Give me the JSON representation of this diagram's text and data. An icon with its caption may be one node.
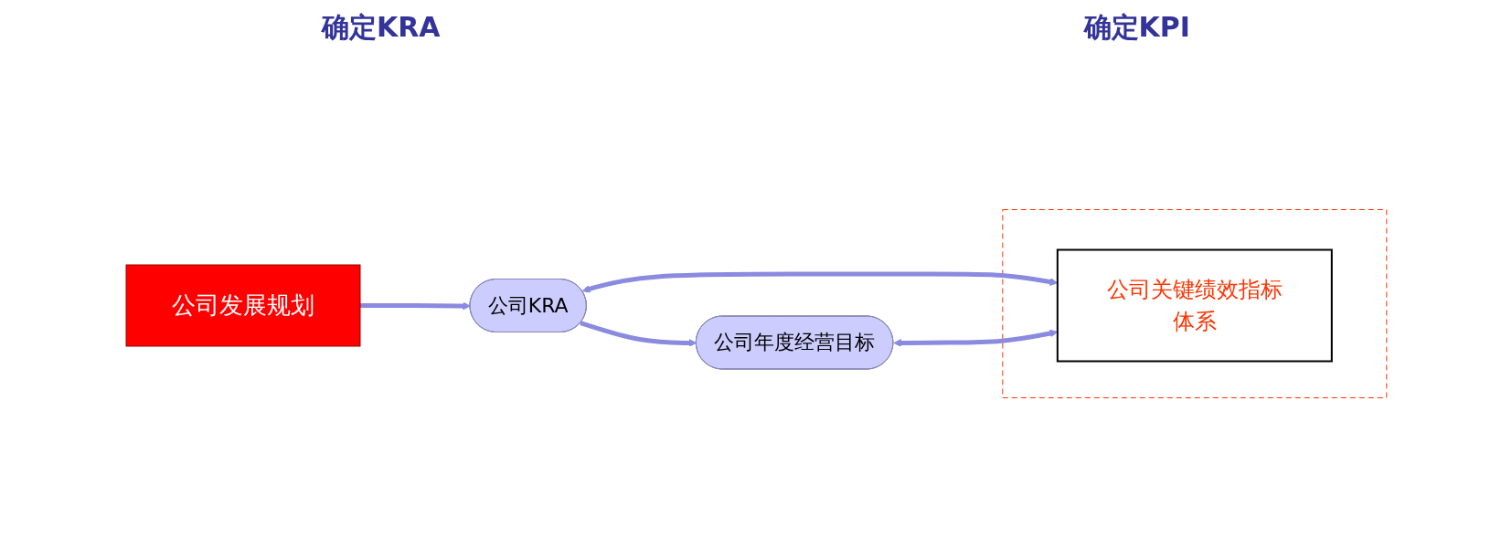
{
  "diagram": {
    "nodes": [
      {
        "text": [
          "公司发展规划"
        ]
      },
      {
        "text": [
          "公司KRA"
        ]
      },
      {
        "text": [
          "公司年度经营目标"
        ]
      },
      {
        "text": [],
        "shape": "box"
      },
      {
        "text": [
          "公司关键绩效指标体系"
        ],
        "in": 3
      }
    ],
    "edges": [
      {
        "from": 0,
        "to": 1,
        "arrow": "to"
      },
      {
        "from": 1,
        "to": 2,
        "arrow": "to"
      },
      {
        "from": 1,
        "to": 4,
        "arrow": "both"
      },
      {
        "from": 2,
        "to": 4,
        "arrow": "both"
      }
    ],
    "labels": [
      "确定KRA",
      "确定KPI"
    ]
  }
}
